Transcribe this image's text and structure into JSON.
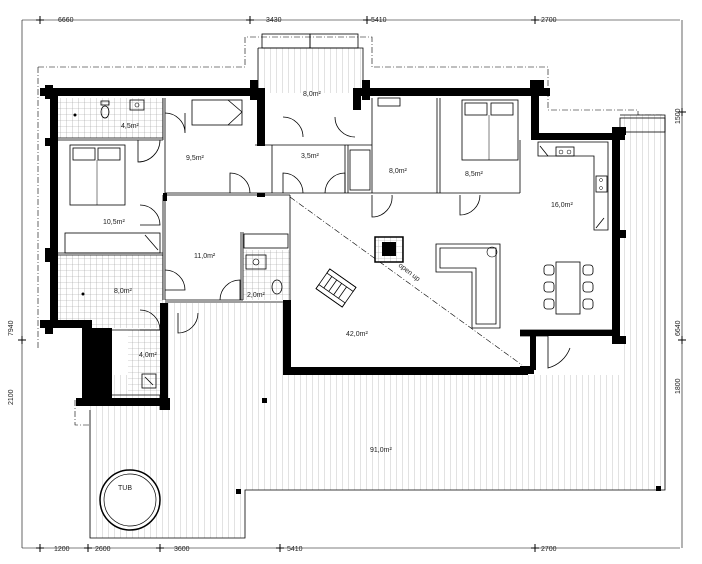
{
  "dimensions": {
    "top": [
      "6660",
      "3430",
      "5410",
      "2700"
    ],
    "bottom": [
      "1200",
      "2600",
      "3600",
      "5410",
      "2700"
    ],
    "left": [
      "7940",
      "2100"
    ],
    "right": [
      "1500",
      "6640",
      "1800"
    ]
  },
  "rooms": {
    "wc_top": "4,5m²",
    "bedroom_left": "10,5m²",
    "room_95": "9,5m²",
    "porch_top": "8,0m²",
    "hall_35": "3,5m²",
    "room_80_top": "8,0m²",
    "bedroom_right": "8,5m²",
    "kitchen": "16,0m²",
    "corridor": "11,0m²",
    "sauna_washroom": "8,0m²",
    "wc_small": "2,0m²",
    "living": "42,0m²",
    "sauna": "4,0m²",
    "terrace": "91,0m²"
  },
  "labels": {
    "open": "open up",
    "tub": "TUB"
  }
}
